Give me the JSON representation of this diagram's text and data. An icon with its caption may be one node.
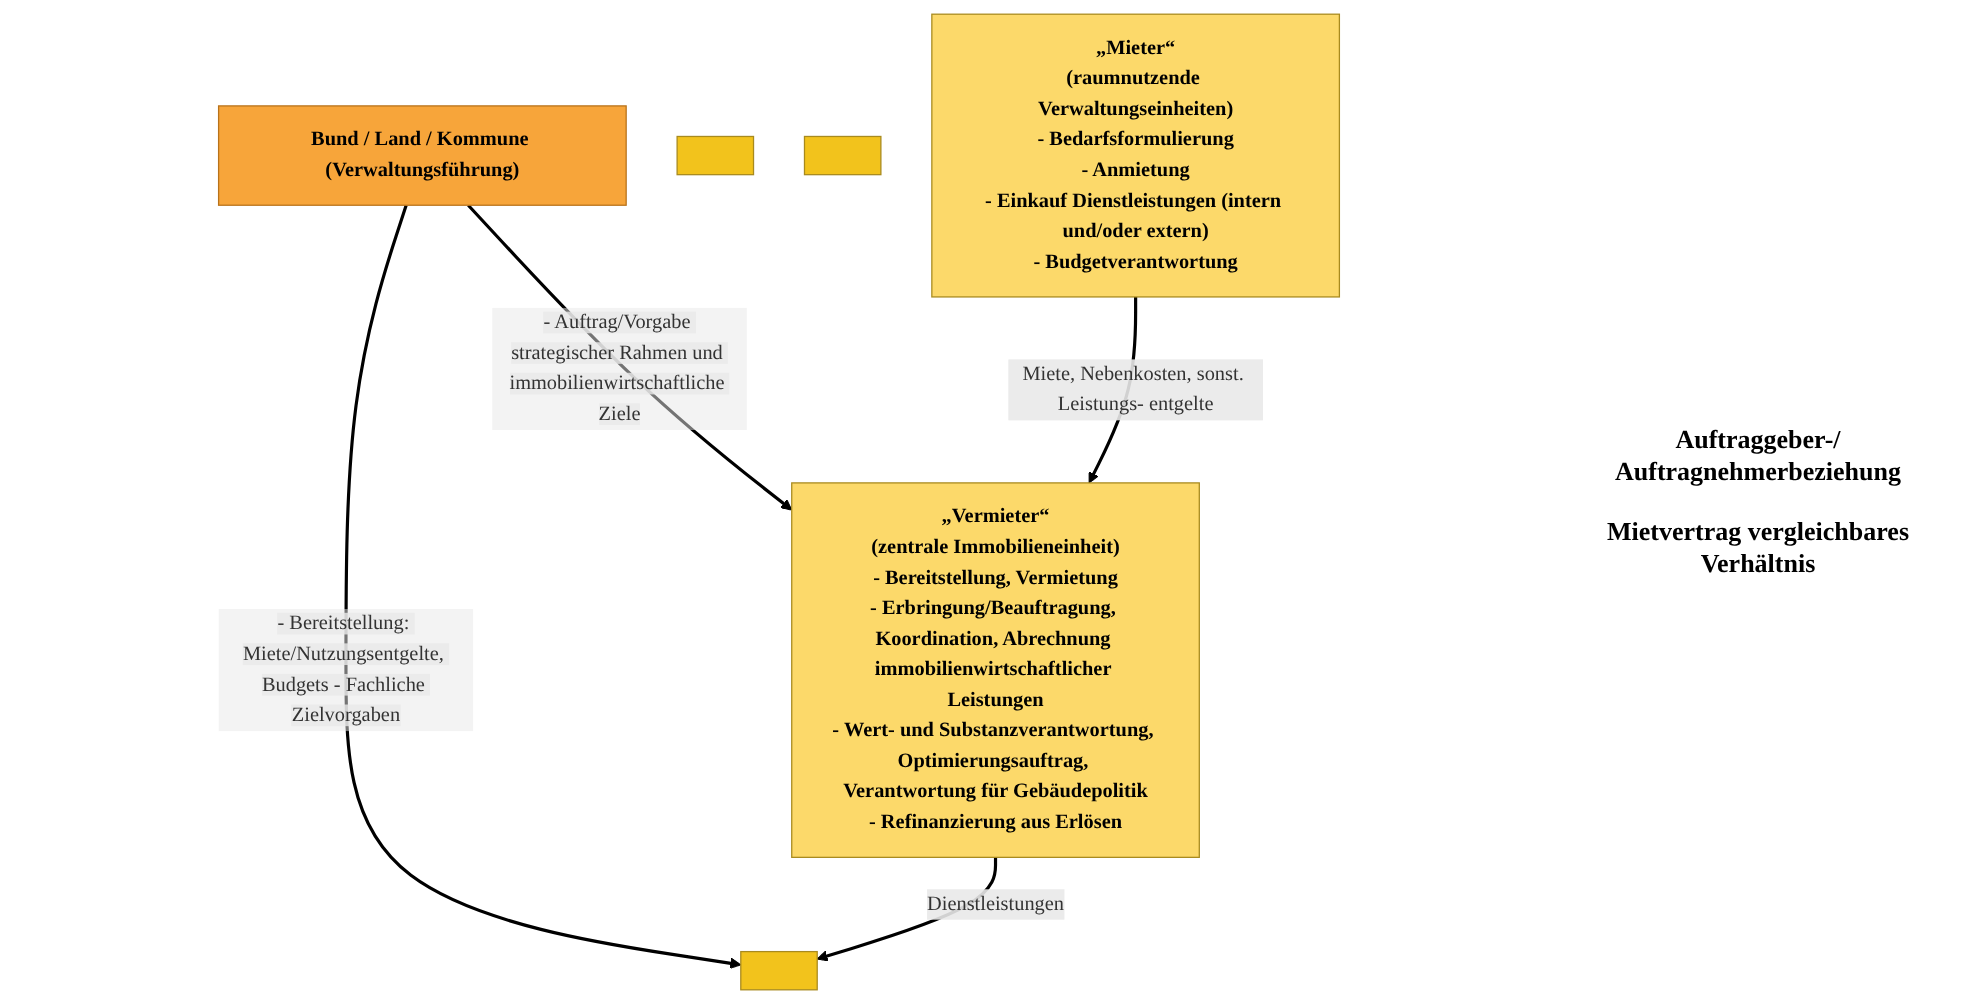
{
  "diagram": {
    "nodes": [
      {
        "text": [
          "Bund / Land / Kommune (Verwaltungsführung)"
        ]
      },
      {
        "text": [],
        "shape": "box"
      },
      {
        "text": [],
        "shape": "box"
      },
      {
        "text": [],
        "shape": "box"
      },
      {
        "text": [
          "„Mieter“",
          "(raumnutzende Verwaltungseinheiten)",
          "- Bedarfsformulierung",
          "- Anmietung",
          "- Einkauf Dienstleistungen (intern und/oder extern)",
          "- Budgetverantwortung"
        ]
      },
      {
        "text": [
          "„Vermieter“",
          "(zentrale Immobilieneinheit)",
          "- Bereitstellung, Vermietung",
          "- Erbringung/Beauftragung, Koordination, Abrechnung immobilienwirtschaftlicher Leistungen",
          "- Wert- und Substanzverantwortung, Optimierungsauftrag, Verantwortung für Gebäudepolitik",
          "- Refinanzierung aus Erlösen"
        ]
      }
    ],
    "edges": [
      {
        "from": 0,
        "to": 1,
        "arrow": "to",
        "label": "- Bereitstellung: Miete/Nutzungsentgelte, Budgets - Fachliche Zielvorgaben"
      },
      {
        "from": 0,
        "to": 5,
        "arrow": "to",
        "label": "- Auftrag/Vorgabe strategischer Rahmen und immobilienwirtschaftliche Ziele"
      },
      {
        "from": 5,
        "to": 1,
        "arrow": "to",
        "label": "Dienstleistungen"
      },
      {
        "from": 4,
        "to": 5,
        "arrow": "to",
        "label": "Miete, Nebenkosten, sonst. Leistungs- entgelte"
      }
    ],
    "labels": [
      "Auftraggeber-/ Auftragnehmerbeziehung",
      "Mietvertrag vergleichbares Verhältnis"
    ]
  }
}
